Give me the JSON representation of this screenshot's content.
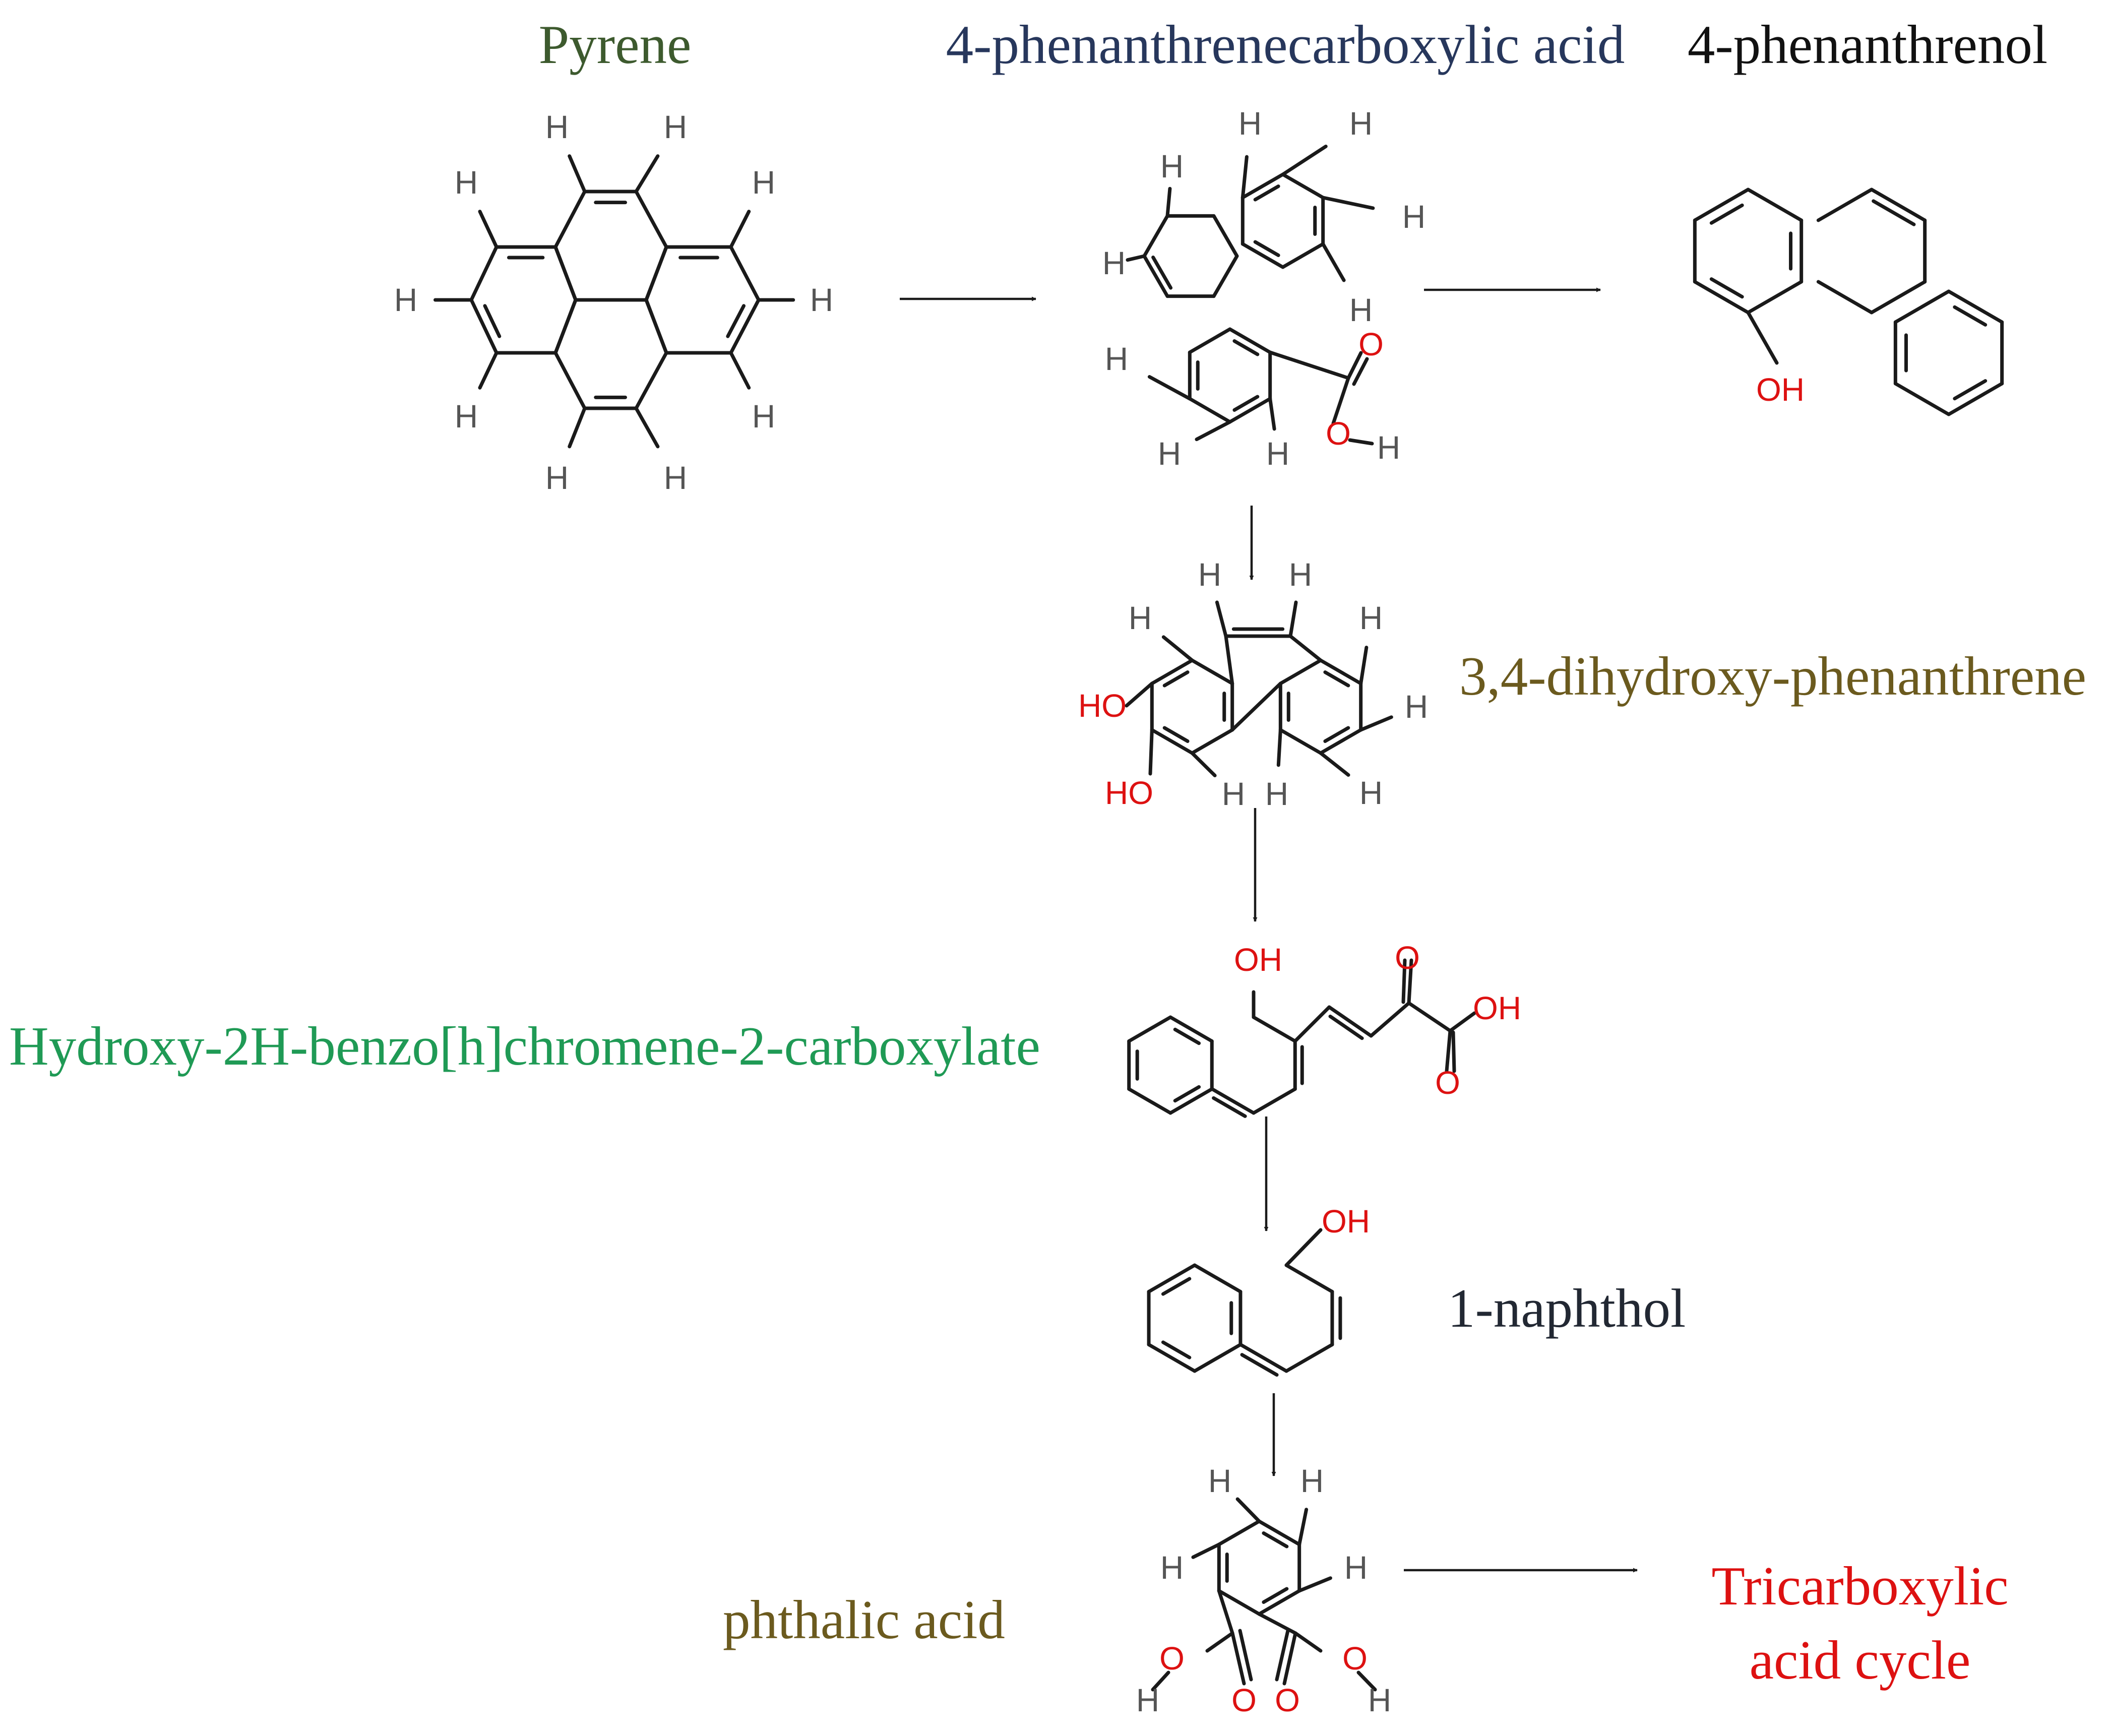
{
  "colors": {
    "pyrene": "#3d5a2e",
    "phenanthrenecarboxylic": "#27375c",
    "phenanthrenol": "#111111",
    "dihydroxy": "#6b5a1e",
    "benzochromene": "#1f9a55",
    "naphthol": "#222833",
    "phthalic": "#6b5a1e",
    "tca": "#dd1111",
    "hydrogen": "#555555",
    "oxygen": "#dd1111"
  },
  "labels": {
    "pyrene": "Pyrene",
    "phenanthrenecarboxylic": "4-phenanthrenecarboxylic acid",
    "phenanthrenol": "4-phenanthrenol",
    "dihydroxy": "3,4-dihydroxy-phenanthrene",
    "benzochromene": "Hydroxy-2H-benzo[h]chromene-2-carboxylate",
    "naphthol": "1-naphthol",
    "phthalic": "phthalic acid",
    "tca_line1": "Tricarboxylic",
    "tca_line2": "acid cycle"
  },
  "atoms": {
    "H": "H",
    "O": "O",
    "OH": "OH",
    "HO": "HO"
  },
  "molecules": {
    "pyrene": "Pyrene",
    "phenanthrenecarboxylic": "4-phenanthrenecarboxylic acid",
    "phenanthrenol": "4-phenanthrenol",
    "dihydroxy": "3,4-dihydroxy-phenanthrene",
    "benzochromene": "Hydroxy-2H-benzo[h]chromene-2-carboxylate",
    "naphthol": "1-naphthol",
    "phthalic": "phthalic acid"
  },
  "pathway": [
    {
      "from": "Pyrene",
      "to": "4-phenanthrenecarboxylic acid"
    },
    {
      "from": "4-phenanthrenecarboxylic acid",
      "to": "4-phenanthrenol"
    },
    {
      "from": "4-phenanthrenecarboxylic acid",
      "to": "3,4-dihydroxy-phenanthrene"
    },
    {
      "from": "3,4-dihydroxy-phenanthrene",
      "to": "Hydroxy-2H-benzo[h]chromene-2-carboxylate"
    },
    {
      "from": "Hydroxy-2H-benzo[h]chromene-2-carboxylate",
      "to": "1-naphthol"
    },
    {
      "from": "1-naphthol",
      "to": "phthalic acid"
    },
    {
      "from": "phthalic acid",
      "to": "Tricarboxylic acid cycle"
    }
  ]
}
